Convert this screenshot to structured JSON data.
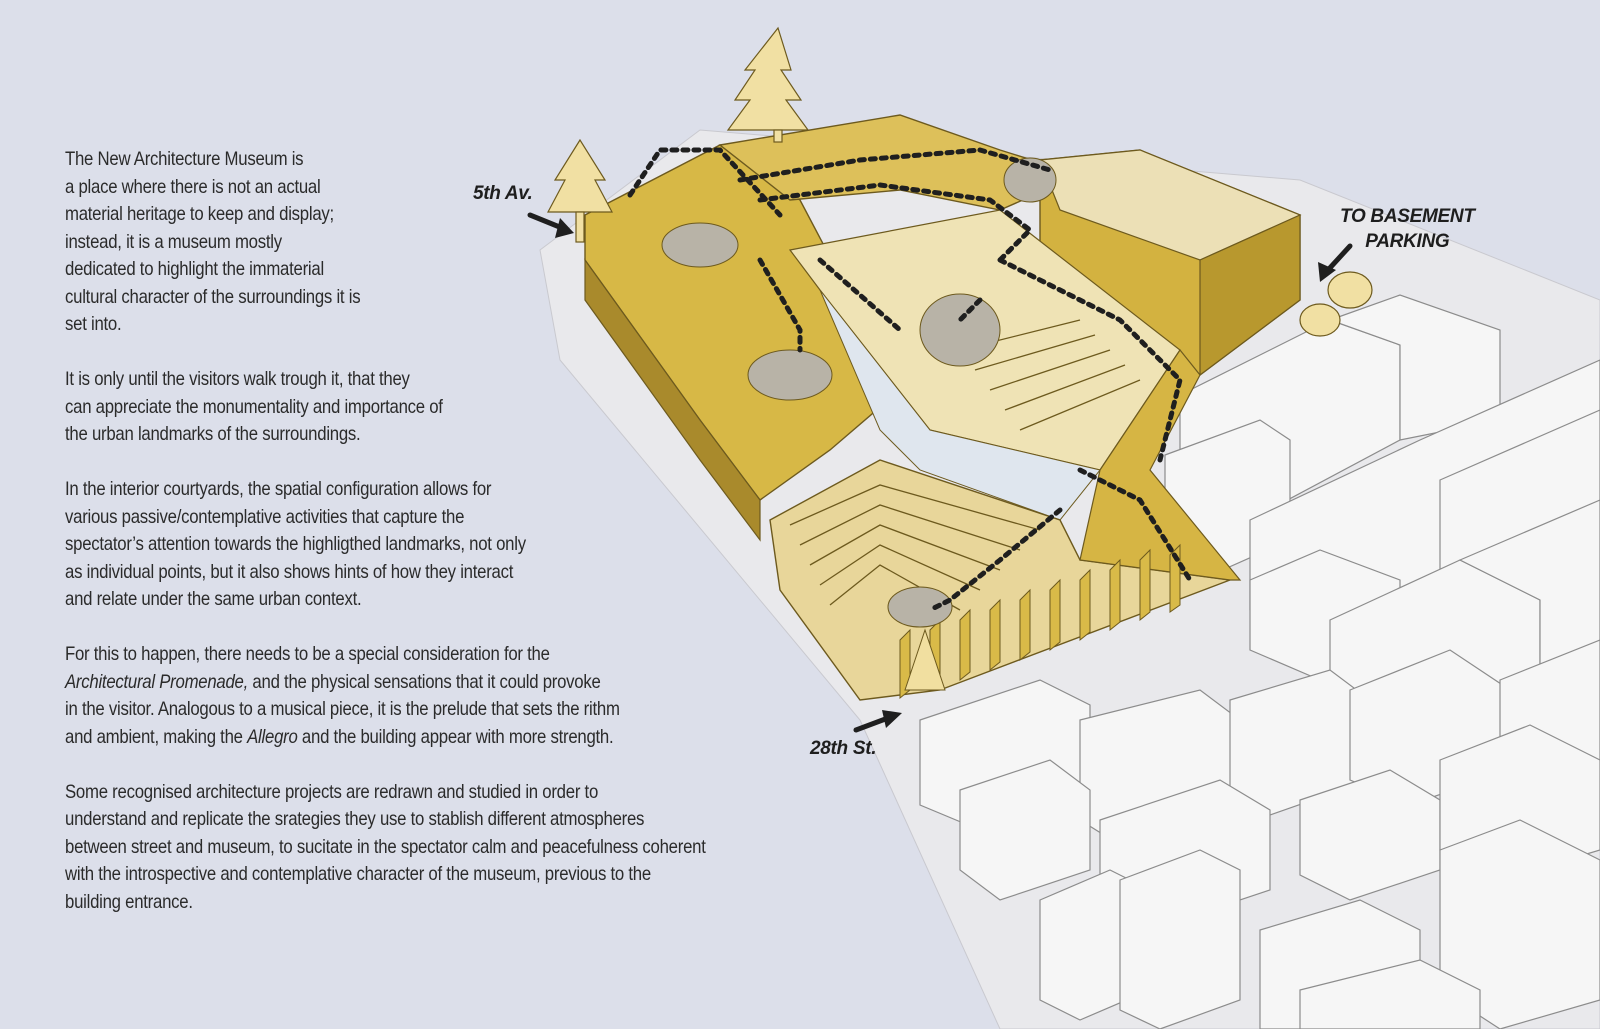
{
  "description_paragraphs": [
    {
      "lines": [
        "The New Architecture Museum is",
        "a place where there is not an actual",
        "material heritage to keep and display;",
        "instead, it is a museum mostly",
        "dedicated to highlight the immaterial",
        "cultural character of the surroundings it is",
        "set into."
      ]
    },
    {
      "lines": [
        "It is only until the visitors walk trough it, that they",
        "can appreciate the monumentality and importance of",
        "the urban landmarks of the surroundings."
      ]
    },
    {
      "lines": [
        "In the interior courtyards, the spatial configuration allows for",
        "various passive/contemplative activities that capture the",
        "spectator’s attention towards the highligthed landmarks, not only",
        "as individual points, but it also shows hints of how they interact",
        "and relate under the same urban context."
      ]
    },
    {
      "line1_pre": "For this to happen, there needs to be a special consideration for the",
      "line2_em": "Architectural Promenade,",
      "line2_rest": " and the physical sensations that it could provoke",
      "line3": "in the visitor. Analogous to a musical piece, it is the prelude that sets the rithm",
      "line4_pre": "and ambient, making the ",
      "line4_em": "Allegro",
      "line4_rest": " and the building appear with more strength."
    },
    {
      "lines": [
        "Some recognised architecture projects are redrawn and studied in order to",
        "understand and replicate the srategies they use to stablish different atmospheres",
        "between street and museum, to sucitate in the spectator calm and peacefulness coherent",
        "with the introspective and contemplative character of the museum, previous to the",
        "building entrance."
      ]
    }
  ],
  "labels": {
    "fifth_av": "5th Av.",
    "basement_line1": "TO BASEMENT",
    "basement_line2": "PARKING",
    "street_28th": "28th St."
  },
  "colors": {
    "background": "#dcdfea",
    "building_gold": "#d8b94a",
    "building_gold_dark": "#a8892a",
    "courtyard_floor": "#efe2b0",
    "plaza_disc": "#b9b4a8",
    "water": "#dfe6ee",
    "context_blocks": "#f4f4f4",
    "ground": "#ececec",
    "path_dots": "#1f1f1f"
  }
}
